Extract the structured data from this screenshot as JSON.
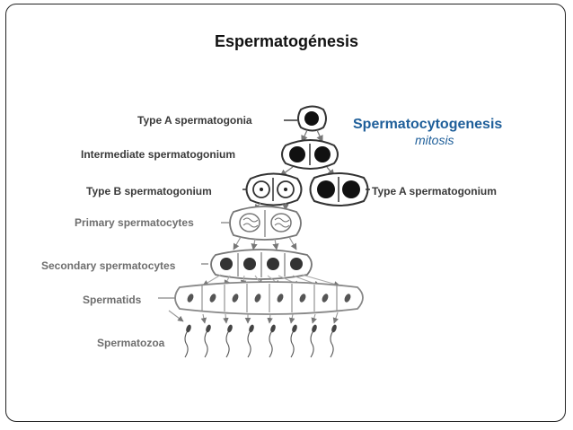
{
  "title": "Espermatogénesis",
  "labels": {
    "type_a_top": "Type A spermatogonia",
    "intermediate": "Intermediate spermatogonium",
    "type_b": "Type B spermatogonium",
    "type_a_right": "Type A spermatogonium",
    "primary": "Primary spermatocytes",
    "secondary": "Secondary spermatocytes",
    "spermatids": "Spermatids",
    "spermatozoa": "Spermatozoa"
  },
  "process": {
    "name": "Spermatocytogenesis",
    "sub": "mitosis"
  },
  "colors": {
    "process": "#1f5f9a",
    "title": "#111111",
    "label_dark": "#3a3a3a",
    "label_grey": "#6e6e6e"
  }
}
